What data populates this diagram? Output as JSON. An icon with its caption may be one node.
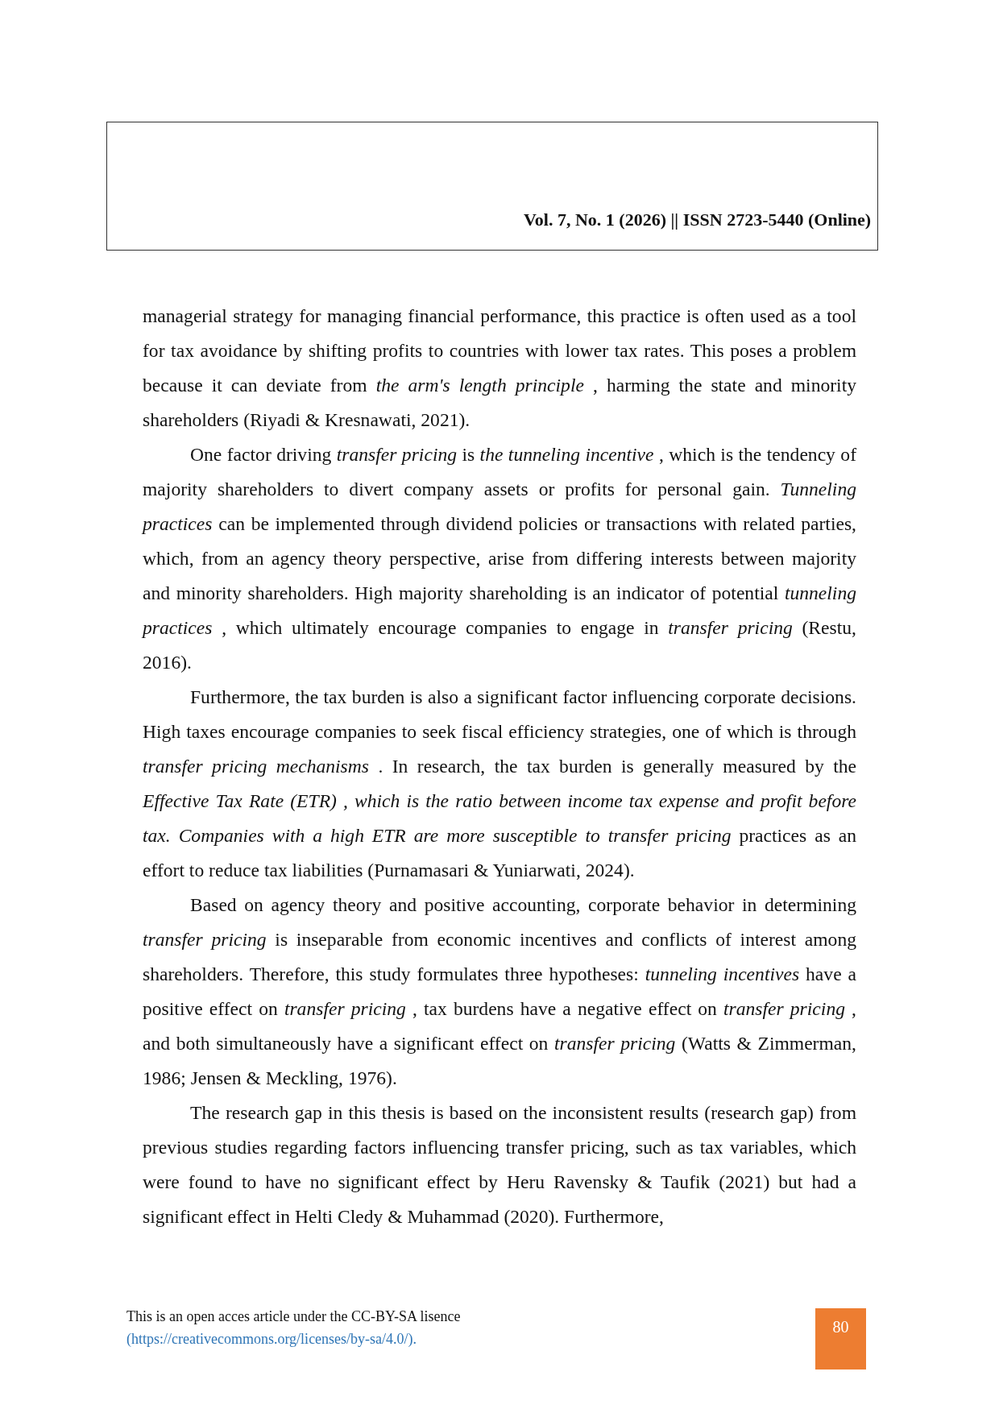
{
  "diagram": {
    "labels": [
      "Vol. 7, No. 1 (2026) || ISSN 2723-5440 (Online)",
      "managerial strategy for managing financial performance, this practice is often used as a tool for tax avoidance by shifting profits to countries with lower tax rates. This poses a problem because it can deviate from *the arm's length principle* , harming the state and minority shareholders (Riyadi & Kresnawati, 2021).",
      "One factor driving *transfer pricing* is *the tunneling incentive* , which is the tendency of majority shareholders to divert company assets or profits for personal gain. *Tunneling practices* can be implemented through dividend policies or transactions with related parties, which, from an agency theory perspective, arise from differing interests between majority and minority shareholders. High majority shareholding is an indicator of potential *tunneling practices* , which ultimately encourage companies to engage in *transfer pricing* (Restu, 2016).",
      "Furthermore, the tax burden is also a significant factor influencing corporate decisions. High taxes encourage companies to seek fiscal efficiency strategies, one of which is through *transfer pricing mechanisms* . In research, the tax burden is generally measured by the *Effective Tax Rate (ETR) , which is the ratio between income tax expense and profit before tax. Companies with a high ETR are more susceptible to transfer pricing* practices as an effort to reduce tax liabilities (Purnamasari & Yuniarwati, 2024).",
      "Based on agency theory and positive accounting, corporate behavior in determining *transfer pricing* is inseparable from economic incentives and conflicts of interest among shareholders. Therefore, this study formulates three hypotheses: *tunneling incentives* have a positive effect on *transfer pricing* , tax burdens have a negative effect on *transfer pricing* , and both simultaneously have a significant effect on *transfer pricing* (Watts & Zimmerman, 1986; Jensen & Meckling, 1976).",
      "The research gap in this thesis is based on the inconsistent results (research gap) from previous studies regarding factors influencing transfer pricing, such as tax variables, which were found to have no significant effect by Heru Ravensky & Taufik (2021) but had a significant effect in Helti Cledy & Muhammad (2020). Furthermore,",
      "This is an open acces article under the CC-BY-SA lisence",
      "(https://creativecommons.org/licenses/by-sa/4.0/).",
      "80"
    ]
  }
}
